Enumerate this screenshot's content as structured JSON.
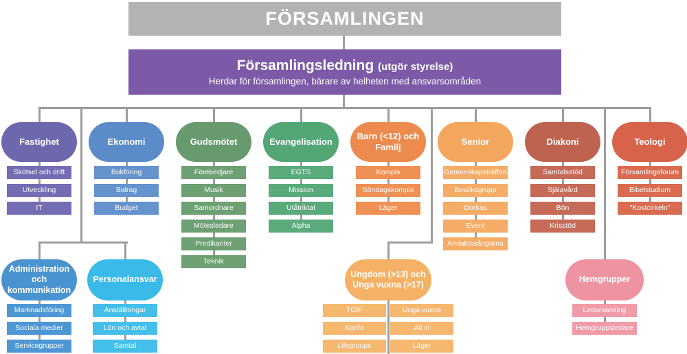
{
  "banner": {
    "title": "FÖRSAMLINGEN",
    "bg": "#b3b3b5"
  },
  "leadership": {
    "title": "Församlingsledning",
    "suffix": "(utgör styrelse)",
    "subtitle": "Herdar för församlingen, bärare av helheten med ansvarsområden",
    "bg": "#7d5aa7"
  },
  "connector_color": "#9d9d9d",
  "columns": [
    {
      "id": "fastighet",
      "label": "Fastighet",
      "header_color": "#6d67ae",
      "item_color": "#746db3",
      "items": [
        "Skötsel och drift",
        "Utveckling",
        "IT"
      ]
    },
    {
      "id": "ekonomi",
      "label": "Ekonomi",
      "header_color": "#5b8cc9",
      "item_color": "#6493cd",
      "items": [
        "Bokföring",
        "Bidrag",
        "Budget"
      ]
    },
    {
      "id": "gudsmotet",
      "label": "Gudsmötet",
      "header_color": "#679a6e",
      "item_color": "#6da073",
      "items": [
        "Förebedjare",
        "Musik",
        "Samordnare",
        "Mötesledare",
        "Predikanter",
        "Teknik"
      ]
    },
    {
      "id": "evangelisation",
      "label": "Evangelisation",
      "header_color": "#53a777",
      "item_color": "#5aab7c",
      "items": [
        "EGTS",
        "Mission",
        "Utåtriktat",
        "Alpha"
      ]
    },
    {
      "id": "barn-och-familj",
      "label": "Barn (<12) och Familj",
      "header_color": "#ed8a4e",
      "item_color": "#ef9055",
      "items": [
        "Kompis",
        "Söndagskompis",
        "Läger"
      ]
    },
    {
      "id": "senior",
      "label": "Senior",
      "header_color": "#f3a75e",
      "item_color": "#f4ac66",
      "items": [
        "Gemenskapsträffen",
        "Besöksgrupp",
        "Dorkas",
        "Event",
        "Andaktssångarna"
      ]
    },
    {
      "id": "diakoni",
      "label": "Diakoni",
      "header_color": "#bf6351",
      "item_color": "#c66b57",
      "items": [
        "Samtalsstöd",
        "Själavård",
        "Bön",
        "Krisstöd"
      ]
    },
    {
      "id": "teologi",
      "label": "Teologi",
      "header_color": "#d7634a",
      "item_color": "#d96b51",
      "items": [
        "Församlingsforum",
        "Bibelstudium",
        "\"Kostcirkeln\""
      ]
    }
  ],
  "secondary": [
    {
      "id": "administration",
      "label": "Administration och kommunikation",
      "header_color": "#4a93d1",
      "item_color": "#4e97d5",
      "items": [
        "Marknadsföring",
        "Sociala medier",
        "Servicegrupper"
      ]
    },
    {
      "id": "personalansvar",
      "label": "Personalansvar",
      "header_color": "#39bae8",
      "item_color": "#44bfea",
      "items": [
        "Anställningar",
        "Lön och avtal",
        "Samtal"
      ]
    },
    {
      "id": "ungdom",
      "label": "Ungdom (>13) och Unga vuxna (>17)",
      "header_color": "#f5b266",
      "item_color": "#f6b76e",
      "items_left": [
        "TGIF",
        "Konfa",
        "Lifegroups"
      ],
      "items_right": [
        "Unga vuxna",
        "All in",
        "Läger"
      ]
    },
    {
      "id": "hemgrupper",
      "label": "Hemgrupper",
      "header_color": "#ee93a1",
      "item_color": "#f19ba8",
      "items": [
        "Ledarsamling",
        "Hemgruppsledare"
      ]
    }
  ]
}
